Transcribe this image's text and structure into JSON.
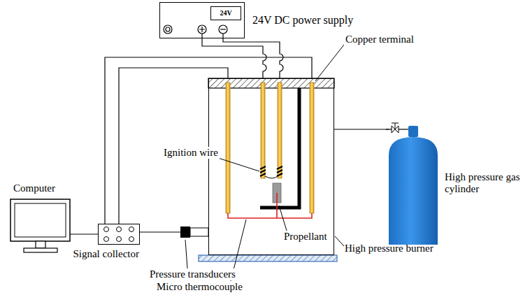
{
  "diagram": {
    "nodes": [
      {
        "text": [
          "24V DC power supply"
        ]
      },
      {
        "text": [
          "24V"
        ],
        "in": 0
      },
      {
        "text": [
          "Computer"
        ]
      },
      {
        "text": [
          "Signal collector"
        ]
      },
      {
        "text": [
          "High pressure burner"
        ]
      },
      {
        "text": [
          "High pressure gas cylinder"
        ]
      }
    ],
    "edges": [
      {
        "from": 2,
        "to": 3,
        "arrow": "none"
      },
      {
        "from": 4,
        "to": 5,
        "arrow": "none"
      }
    ],
    "labels": [
      "Copper terminal",
      "Ignition wire",
      "Propellant",
      "Pressure transducers",
      "Micro thermocouple"
    ]
  }
}
